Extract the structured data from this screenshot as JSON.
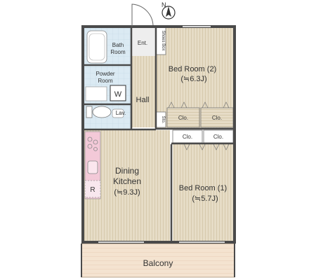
{
  "rooms": {
    "bedroom2": {
      "name": "Bed Room (2)",
      "size": "(≒6.3J)"
    },
    "bedroom1": {
      "name": "Bed Room (1)",
      "size": "(≒5.7J)"
    },
    "dining": {
      "line1": "Dining",
      "line2": "Kitchen",
      "size": "(≒9.3J)"
    },
    "bath": {
      "line1": "Bath",
      "line2": "Room"
    },
    "powder": {
      "line1": "Powder",
      "line2": "Room"
    },
    "hall": "Hall",
    "entrance": "Ent.",
    "shoes_box": "Shoes Box",
    "closet": "Clo.",
    "lavatory": "Lav.",
    "storage": "Sto.",
    "balcony": "Balcony"
  },
  "fixtures": {
    "washer": "W",
    "refrigerator": "R"
  },
  "compass": "N",
  "colors": {
    "wood": "#e6dcc6",
    "wood_line": "#d2c4a6",
    "wet": "#dbeaf3",
    "wall": "#4a4a4a",
    "balcony": "#f4e3d0",
    "kitchen_counter": "#f3c9d8"
  }
}
